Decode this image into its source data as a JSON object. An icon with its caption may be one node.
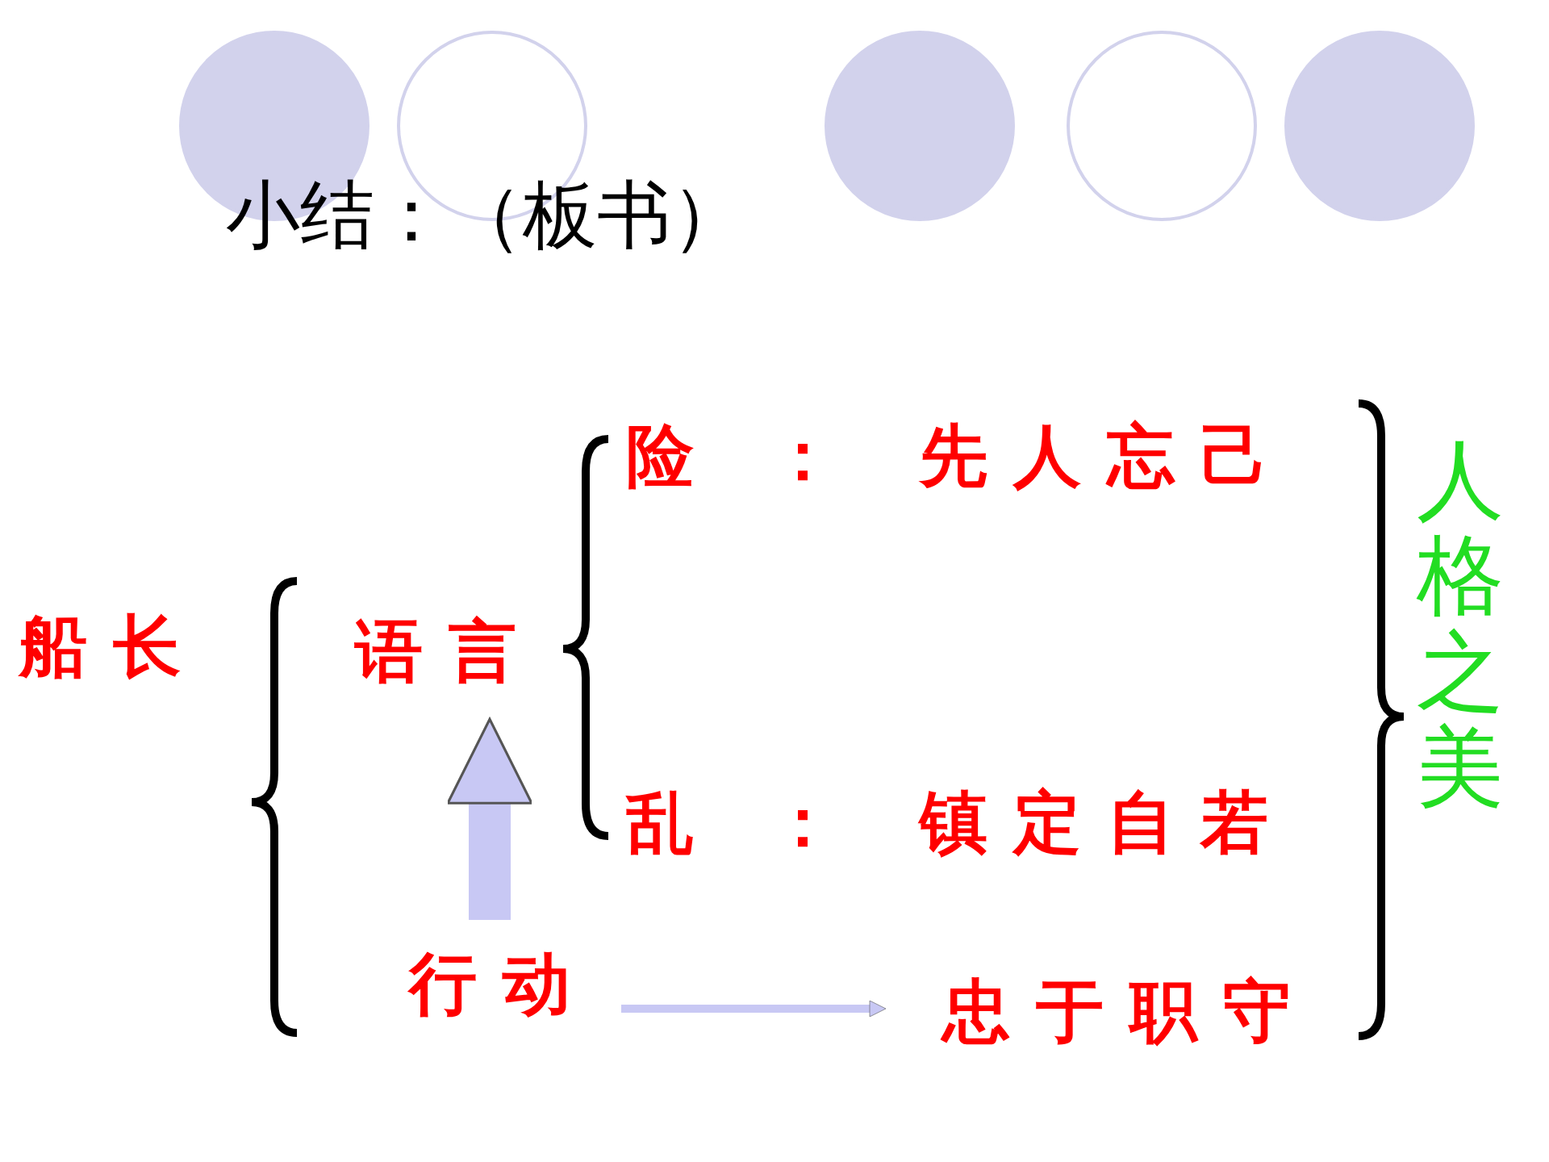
{
  "diagram": {
    "title": "小结：（板书）",
    "nodes": [
      {
        "text": [
          "语言"
        ]
      },
      {
        "text": [
          "行动"
        ]
      },
      {
        "text": [
          "忠于职守"
        ]
      }
    ],
    "edges": [
      {
        "from": 1,
        "to": 0,
        "arrow": "to",
        "style": "thick"
      },
      {
        "from": 1,
        "to": 2,
        "arrow": "to"
      }
    ],
    "labels": [
      "船长",
      "险 ：",
      "先人忘己",
      "乱 ：",
      "镇定自若",
      "人格之美"
    ]
  }
}
